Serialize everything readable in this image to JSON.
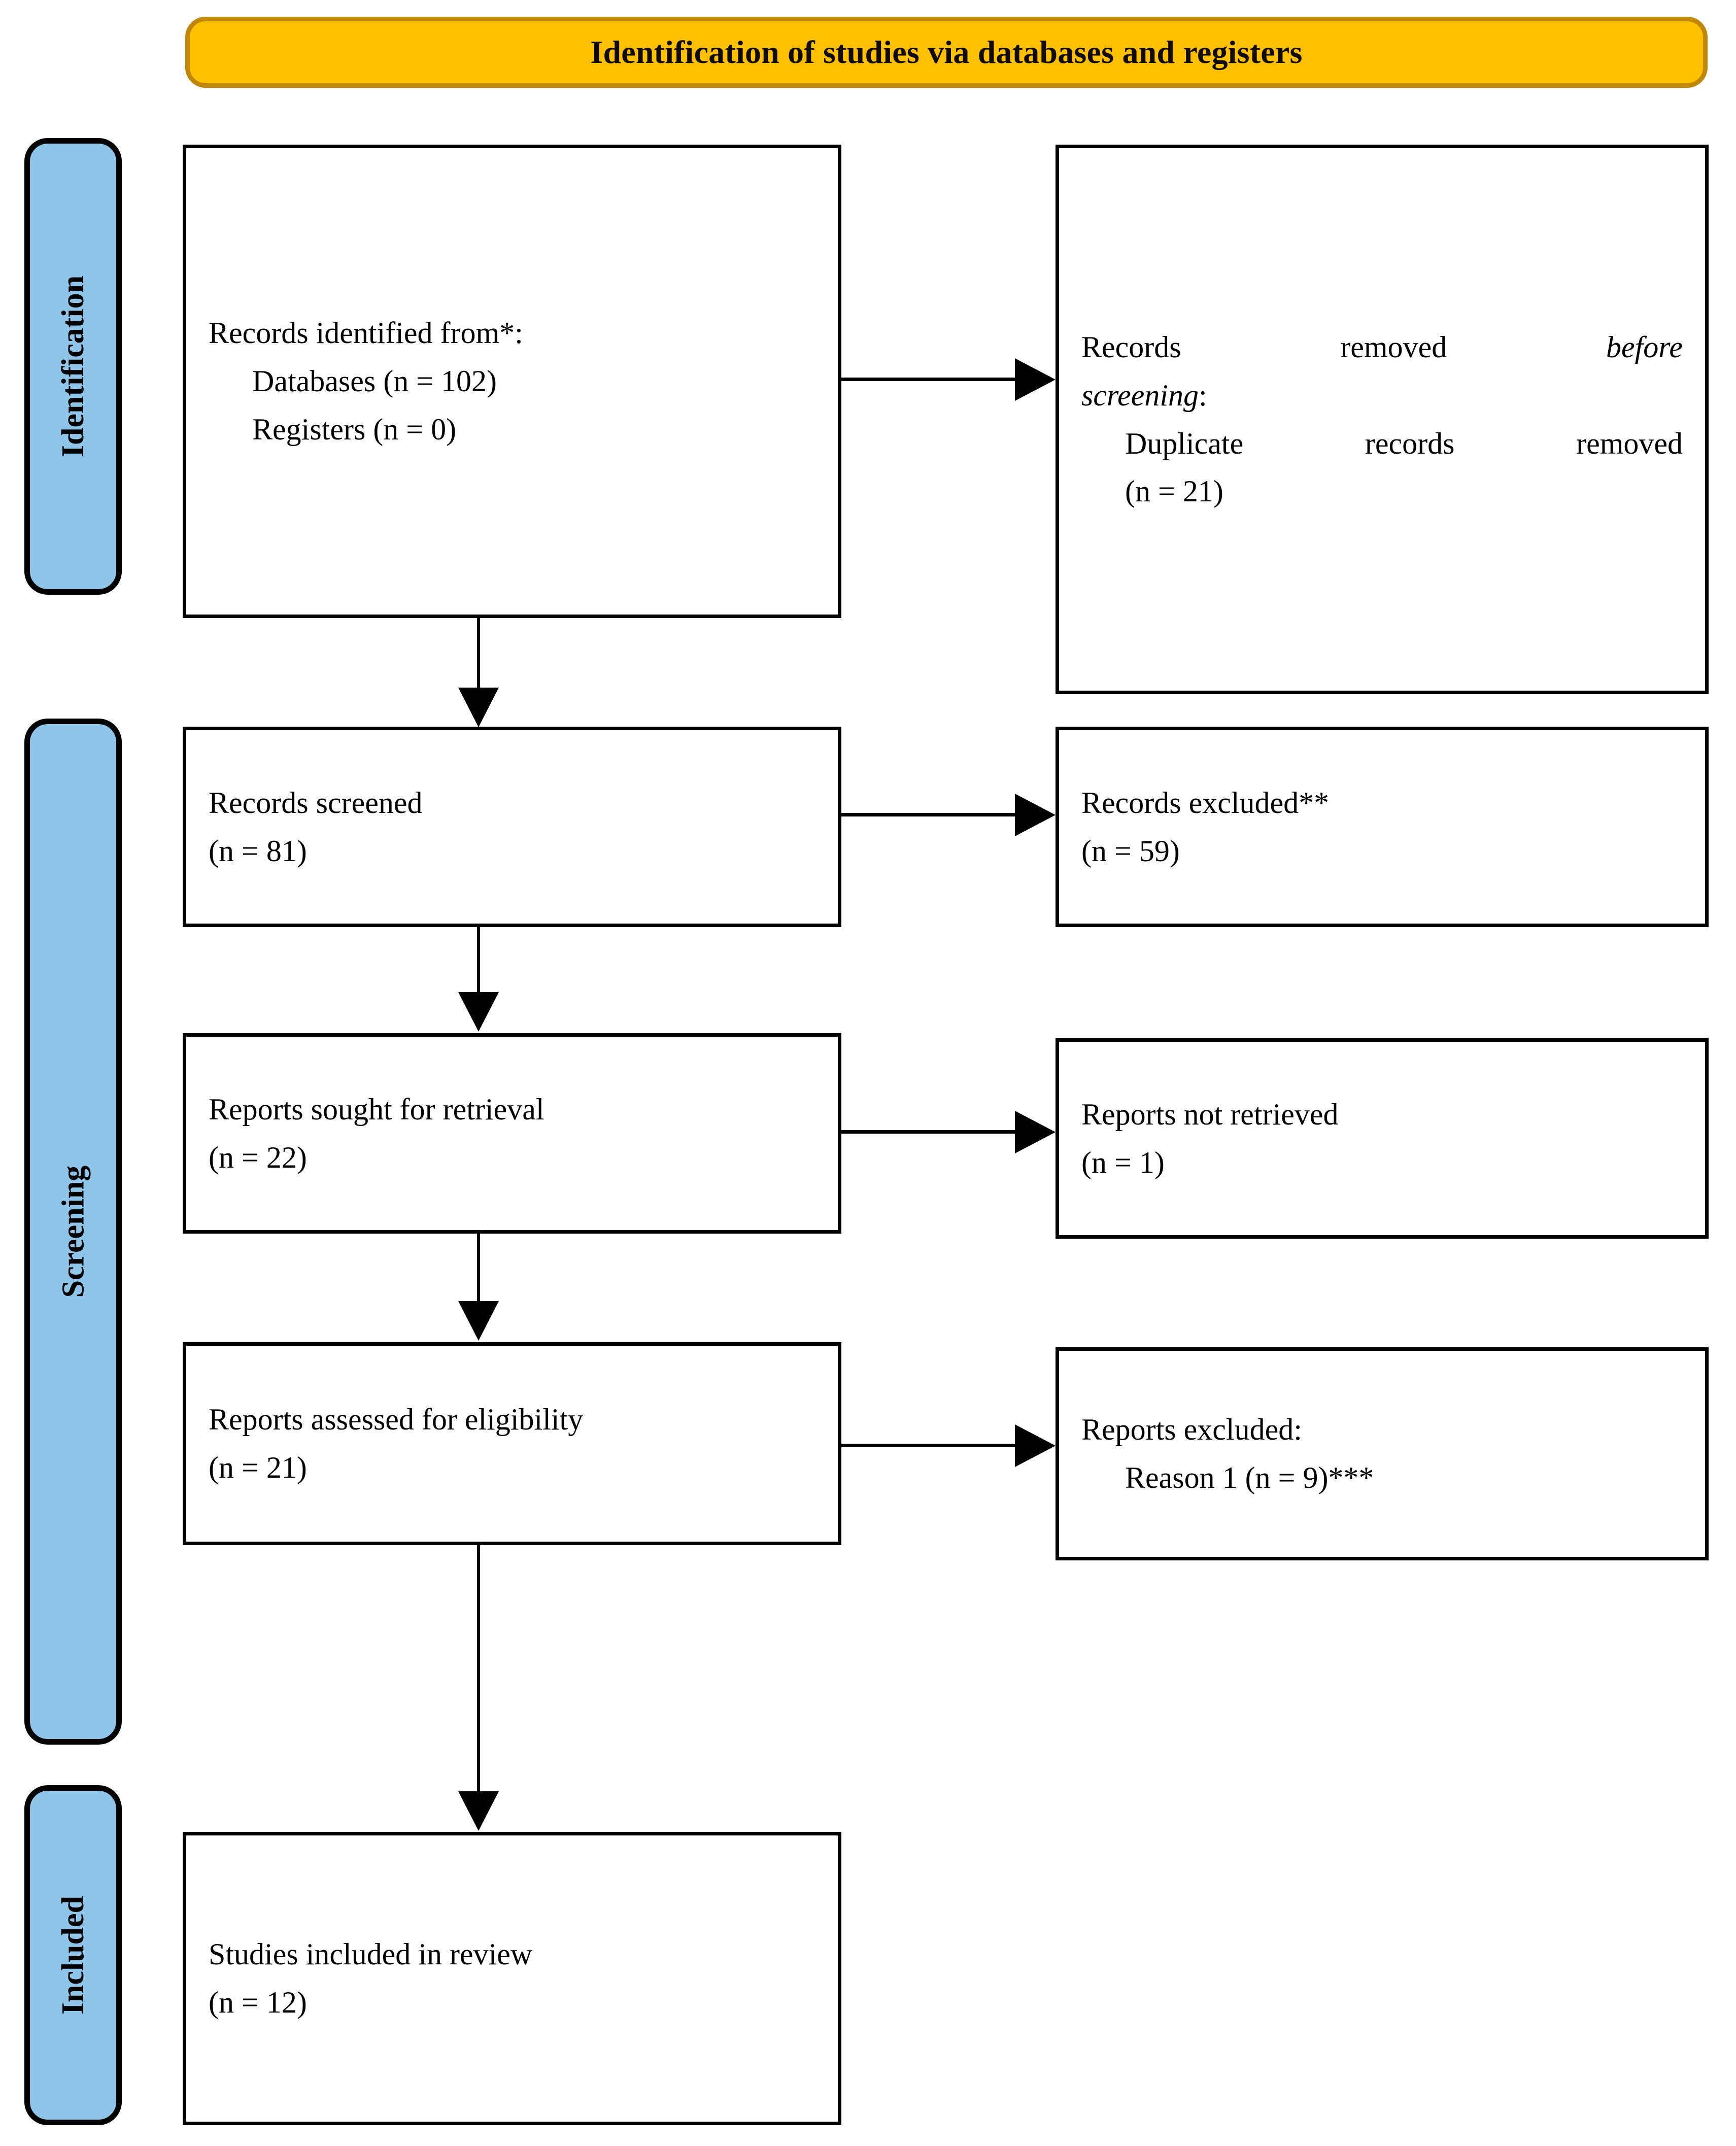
{
  "diagram": {
    "type": "prisma-flow-diagram",
    "banner": {
      "title": "Identification of studies via databases and registers"
    },
    "stages": [
      {
        "id": "identification",
        "label": "Identification"
      },
      {
        "id": "screening",
        "label": "Screening"
      },
      {
        "id": "included",
        "label": "Included"
      }
    ],
    "boxes": {
      "records_identified": {
        "line1": "Records identified from*:",
        "line2": "Databases (n = 102)",
        "line3": "Registers (n = 0)"
      },
      "records_removed": {
        "line1_a": "Records removed ",
        "line1_b": "before",
        "line2_a": "screening",
        "line2_b": ":",
        "line3": "Duplicate records removed",
        "line4": "(n = 21)"
      },
      "records_screened": {
        "line1": "Records screened",
        "line2": "(n = 81)"
      },
      "records_excluded": {
        "line1": "Records excluded**",
        "line2": "(n = 59)"
      },
      "reports_sought": {
        "line1": "Reports sought for retrieval",
        "line2": "(n = 22)"
      },
      "reports_not_retrieved": {
        "line1": "Reports not retrieved",
        "line2": "(n = 1)"
      },
      "reports_assessed": {
        "line1": "Reports assessed for eligibility",
        "line2": "(n = 21)"
      },
      "reports_excluded": {
        "line1": "Reports excluded:",
        "line2": "Reason 1 (n = 9)***"
      },
      "studies_included": {
        "line1": "Studies included in review",
        "line2": "(n = 12)"
      }
    },
    "colors": {
      "banner_fill": "#FFC000",
      "banner_border": "#C08606",
      "stage_fill": "#8FC5E8",
      "stage_border": "#000000",
      "box_border": "#000000",
      "text": "#000000",
      "background": "#FFFFFF"
    },
    "counts": {
      "databases": 102,
      "registers": 0,
      "duplicates_removed": 21,
      "records_screened": 81,
      "records_excluded": 59,
      "reports_sought": 22,
      "reports_not_retrieved": 1,
      "reports_assessed": 21,
      "reports_excluded_reason1": 9,
      "studies_included": 12
    }
  }
}
